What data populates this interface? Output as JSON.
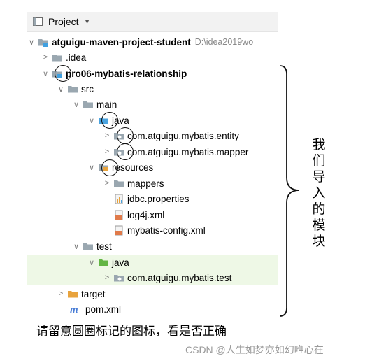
{
  "header": {
    "title": "Project"
  },
  "tree": [
    {
      "label": "atguigu-maven-project-student",
      "path": "D:\\idea2019wo",
      "bold": true
    },
    {
      "label": ".idea"
    },
    {
      "label": "pro06-mybatis-relationship",
      "bold": true
    },
    {
      "label": "src"
    },
    {
      "label": "main"
    },
    {
      "label": "java"
    },
    {
      "label": "com.atguigu.mybatis.entity"
    },
    {
      "label": "com.atguigu.mybatis.mapper"
    },
    {
      "label": "resources"
    },
    {
      "label": "mappers"
    },
    {
      "label": "jdbc.properties"
    },
    {
      "label": "log4j.xml"
    },
    {
      "label": "mybatis-config.xml"
    },
    {
      "label": "test"
    },
    {
      "label": "java"
    },
    {
      "label": "com.atguigu.mybatis.test"
    },
    {
      "label": "target"
    },
    {
      "label": "pom.xml"
    }
  ],
  "annotation": {
    "vertical": [
      "我",
      "们",
      "导",
      "入",
      "的",
      "模",
      "块"
    ]
  },
  "note": "请留意圆圈标记的图标，看是否正确",
  "watermark": "CSDN @人生如梦亦如幻唯心在"
}
